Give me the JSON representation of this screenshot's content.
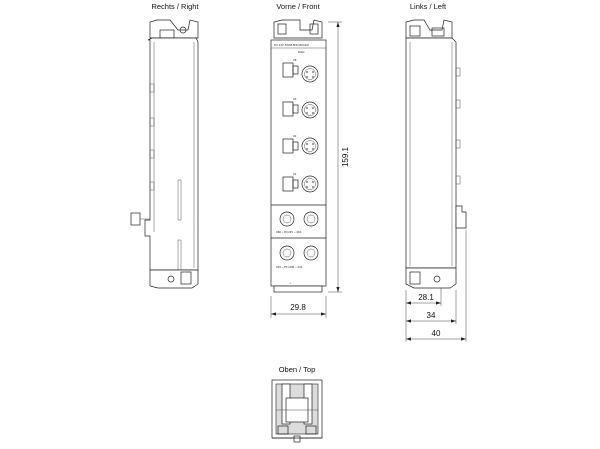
{
  "views": {
    "right": "Rechts / Right",
    "front": "Vorne / Front",
    "left": "Links / Left",
    "top": "Oben / Top"
  },
  "dimensions": {
    "height": "159.1",
    "front_width": "29.8",
    "left_d1": "28.1",
    "left_d2": "34",
    "left_d3": "40"
  },
  "front_labels": {
    "header": "DC 24V  3WA8 8DI/4DO/2AI",
    "ports": [
      "X8",
      "X3",
      "X2",
      "X2"
    ],
    "mid_mark": "DIAG",
    "row1": "X60 ─ DC24V ─ X61",
    "row2": "X10 ─ ET-COM ─ X11"
  },
  "colors": {
    "line": "#222222",
    "fill": "#dcdcdc"
  }
}
